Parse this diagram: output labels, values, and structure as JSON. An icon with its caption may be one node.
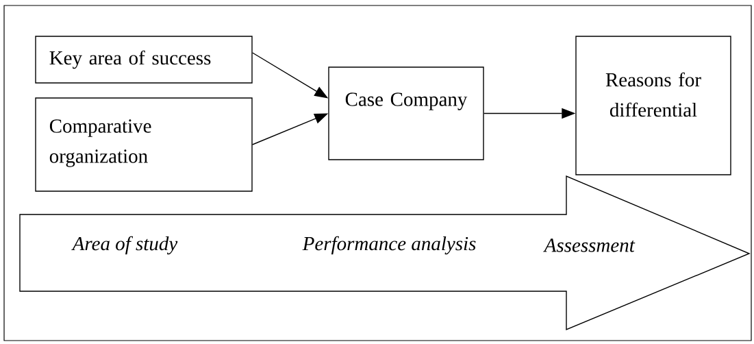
{
  "diagram": {
    "nodes": [
      {
        "text": [
          "Key area of success"
        ]
      },
      {
        "text": [
          "Comparative organization"
        ]
      },
      {
        "text": [
          "Case Company"
        ]
      },
      {
        "text": [
          "Reasons for differential"
        ]
      },
      {
        "text": [
          "Area of study",
          "Performance analysis",
          "Assessment"
        ]
      }
    ],
    "edges": [
      {
        "from": 0,
        "to": 2,
        "arrow": "to"
      },
      {
        "from": 1,
        "to": 2,
        "arrow": "to"
      },
      {
        "from": 2,
        "to": 3,
        "arrow": "to"
      }
    ]
  }
}
